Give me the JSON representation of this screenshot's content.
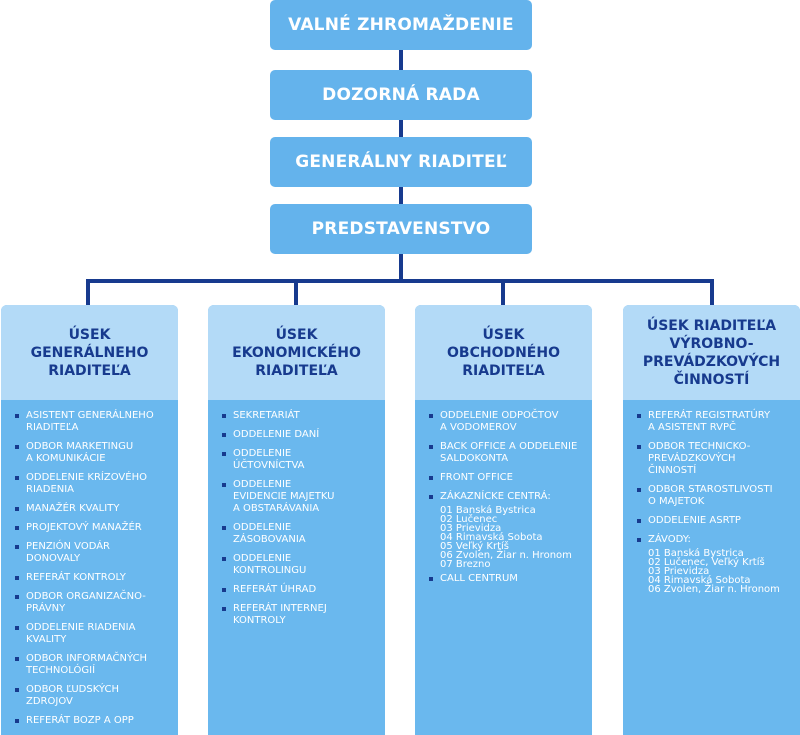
{
  "top": [
    {
      "label": "VALNÉ ZHROMAŽDENIE"
    },
    {
      "label": "DOZORNÁ RADA"
    },
    {
      "label": "GENERÁLNY RIADITEĽ"
    },
    {
      "label": "PREDSTAVENSTVO"
    }
  ],
  "colors": {
    "box": "#64b3ec",
    "header": "#b3daf7",
    "line": "#173a8e",
    "text_dark": "#173a8e"
  },
  "columns": [
    {
      "title": "ÚSEK\nGENERÁLNEHO\nRIADITEĽA",
      "items": [
        {
          "text": "ASISTENT GENERÁLNEHO\nRIADITEĽA"
        },
        {
          "text": "ODBOR MARKETINGU\nA KOMUNIKÁCIE"
        },
        {
          "text": "ODDELENIE KRÍZOVÉHO\nRIADENIA"
        },
        {
          "text": "MANAŽÉR KVALITY"
        },
        {
          "text": "PROJEKTOVÝ MANAŽÉR"
        },
        {
          "text": "PENZIÓN VODÁR\nDONOVALY"
        },
        {
          "text": "REFERÁT KONTROLY"
        },
        {
          "text": "ODBOR ORGANIZAČNO-\nPRÁVNY"
        },
        {
          "text": "ODDELENIE RIADENIA KVALITY"
        },
        {
          "text": "ODBOR INFORMAČNÝCH\nTECHNOLÓGIÍ"
        },
        {
          "text": "ODBOR ĽUDSKÝCH\nZDROJOV"
        },
        {
          "text": "REFERÁT BOZP A OPP"
        }
      ]
    },
    {
      "title": "ÚSEK\nEKONOMICKÉHO\nRIADITEĽA",
      "items": [
        {
          "text": "SEKRETARIÁT"
        },
        {
          "text": "ODDELENIE DANÍ"
        },
        {
          "text": "ODDELENIE\nÚČTOVNÍCTVA"
        },
        {
          "text": "ODDELENIE\nEVIDENCIE MAJETKU\nA OBSTARÁVANIA"
        },
        {
          "text": "ODDELENIE\nZÁSOBOVANIA"
        },
        {
          "text": "ODDELENIE\nKONTROLINGU"
        },
        {
          "text": "REFERÁT ÚHRAD"
        },
        {
          "text": "REFERÁT INTERNEJ\nKONTROLY"
        }
      ]
    },
    {
      "title": "ÚSEK\nOBCHODNÉHO\nRIADITEĽA",
      "items": [
        {
          "text": "ODDELENIE ODPOČTOV\nA VODOMEROV"
        },
        {
          "text": "BACK OFFICE A ODDELENIE\nSALDOKONTA"
        },
        {
          "text": "FRONT OFFICE"
        },
        {
          "text": "ZÁKAZNÍCKE CENTRÁ:"
        },
        {
          "text": "01 Banská Bystrica",
          "sub": true
        },
        {
          "text": "02 Lučenec",
          "sub": true
        },
        {
          "text": "03 Prievidza",
          "sub": true
        },
        {
          "text": "04 Rimavská Sobota",
          "sub": true
        },
        {
          "text": "05 Veľký Krtíš",
          "sub": true
        },
        {
          "text": "06 Zvolen, Žiar n. Hronom",
          "sub": true
        },
        {
          "text": "07 Brezno",
          "sub": true
        },
        {
          "text": "CALL CENTRUM"
        }
      ]
    },
    {
      "title": "ÚSEK RIADITEĽA\nVÝROBNO-\nPREVÁDZKOVÝCH\nČINNOSTÍ",
      "items": [
        {
          "text": "REFERÁT REGISTRATÚRY\nA ASISTENT RVPČ"
        },
        {
          "text": "ODBOR TECHNICKO-\nPREVÁDZKOVÝCH\nČINNOSTÍ"
        },
        {
          "text": "ODBOR STAROSTLIVOSTI\nO MAJETOK"
        },
        {
          "text": "ODDELENIE ASRTP"
        },
        {
          "text": "ZÁVODY:"
        },
        {
          "text": "01 Banská Bystrica",
          "sub": true
        },
        {
          "text": "02 Lučenec, Veľký Krtíš",
          "sub": true
        },
        {
          "text": "03 Prievidza",
          "sub": true
        },
        {
          "text": "04 Rimavská Sobota",
          "sub": true
        },
        {
          "text": "06 Zvolen, Žiar n. Hronom",
          "sub": true
        }
      ]
    }
  ]
}
